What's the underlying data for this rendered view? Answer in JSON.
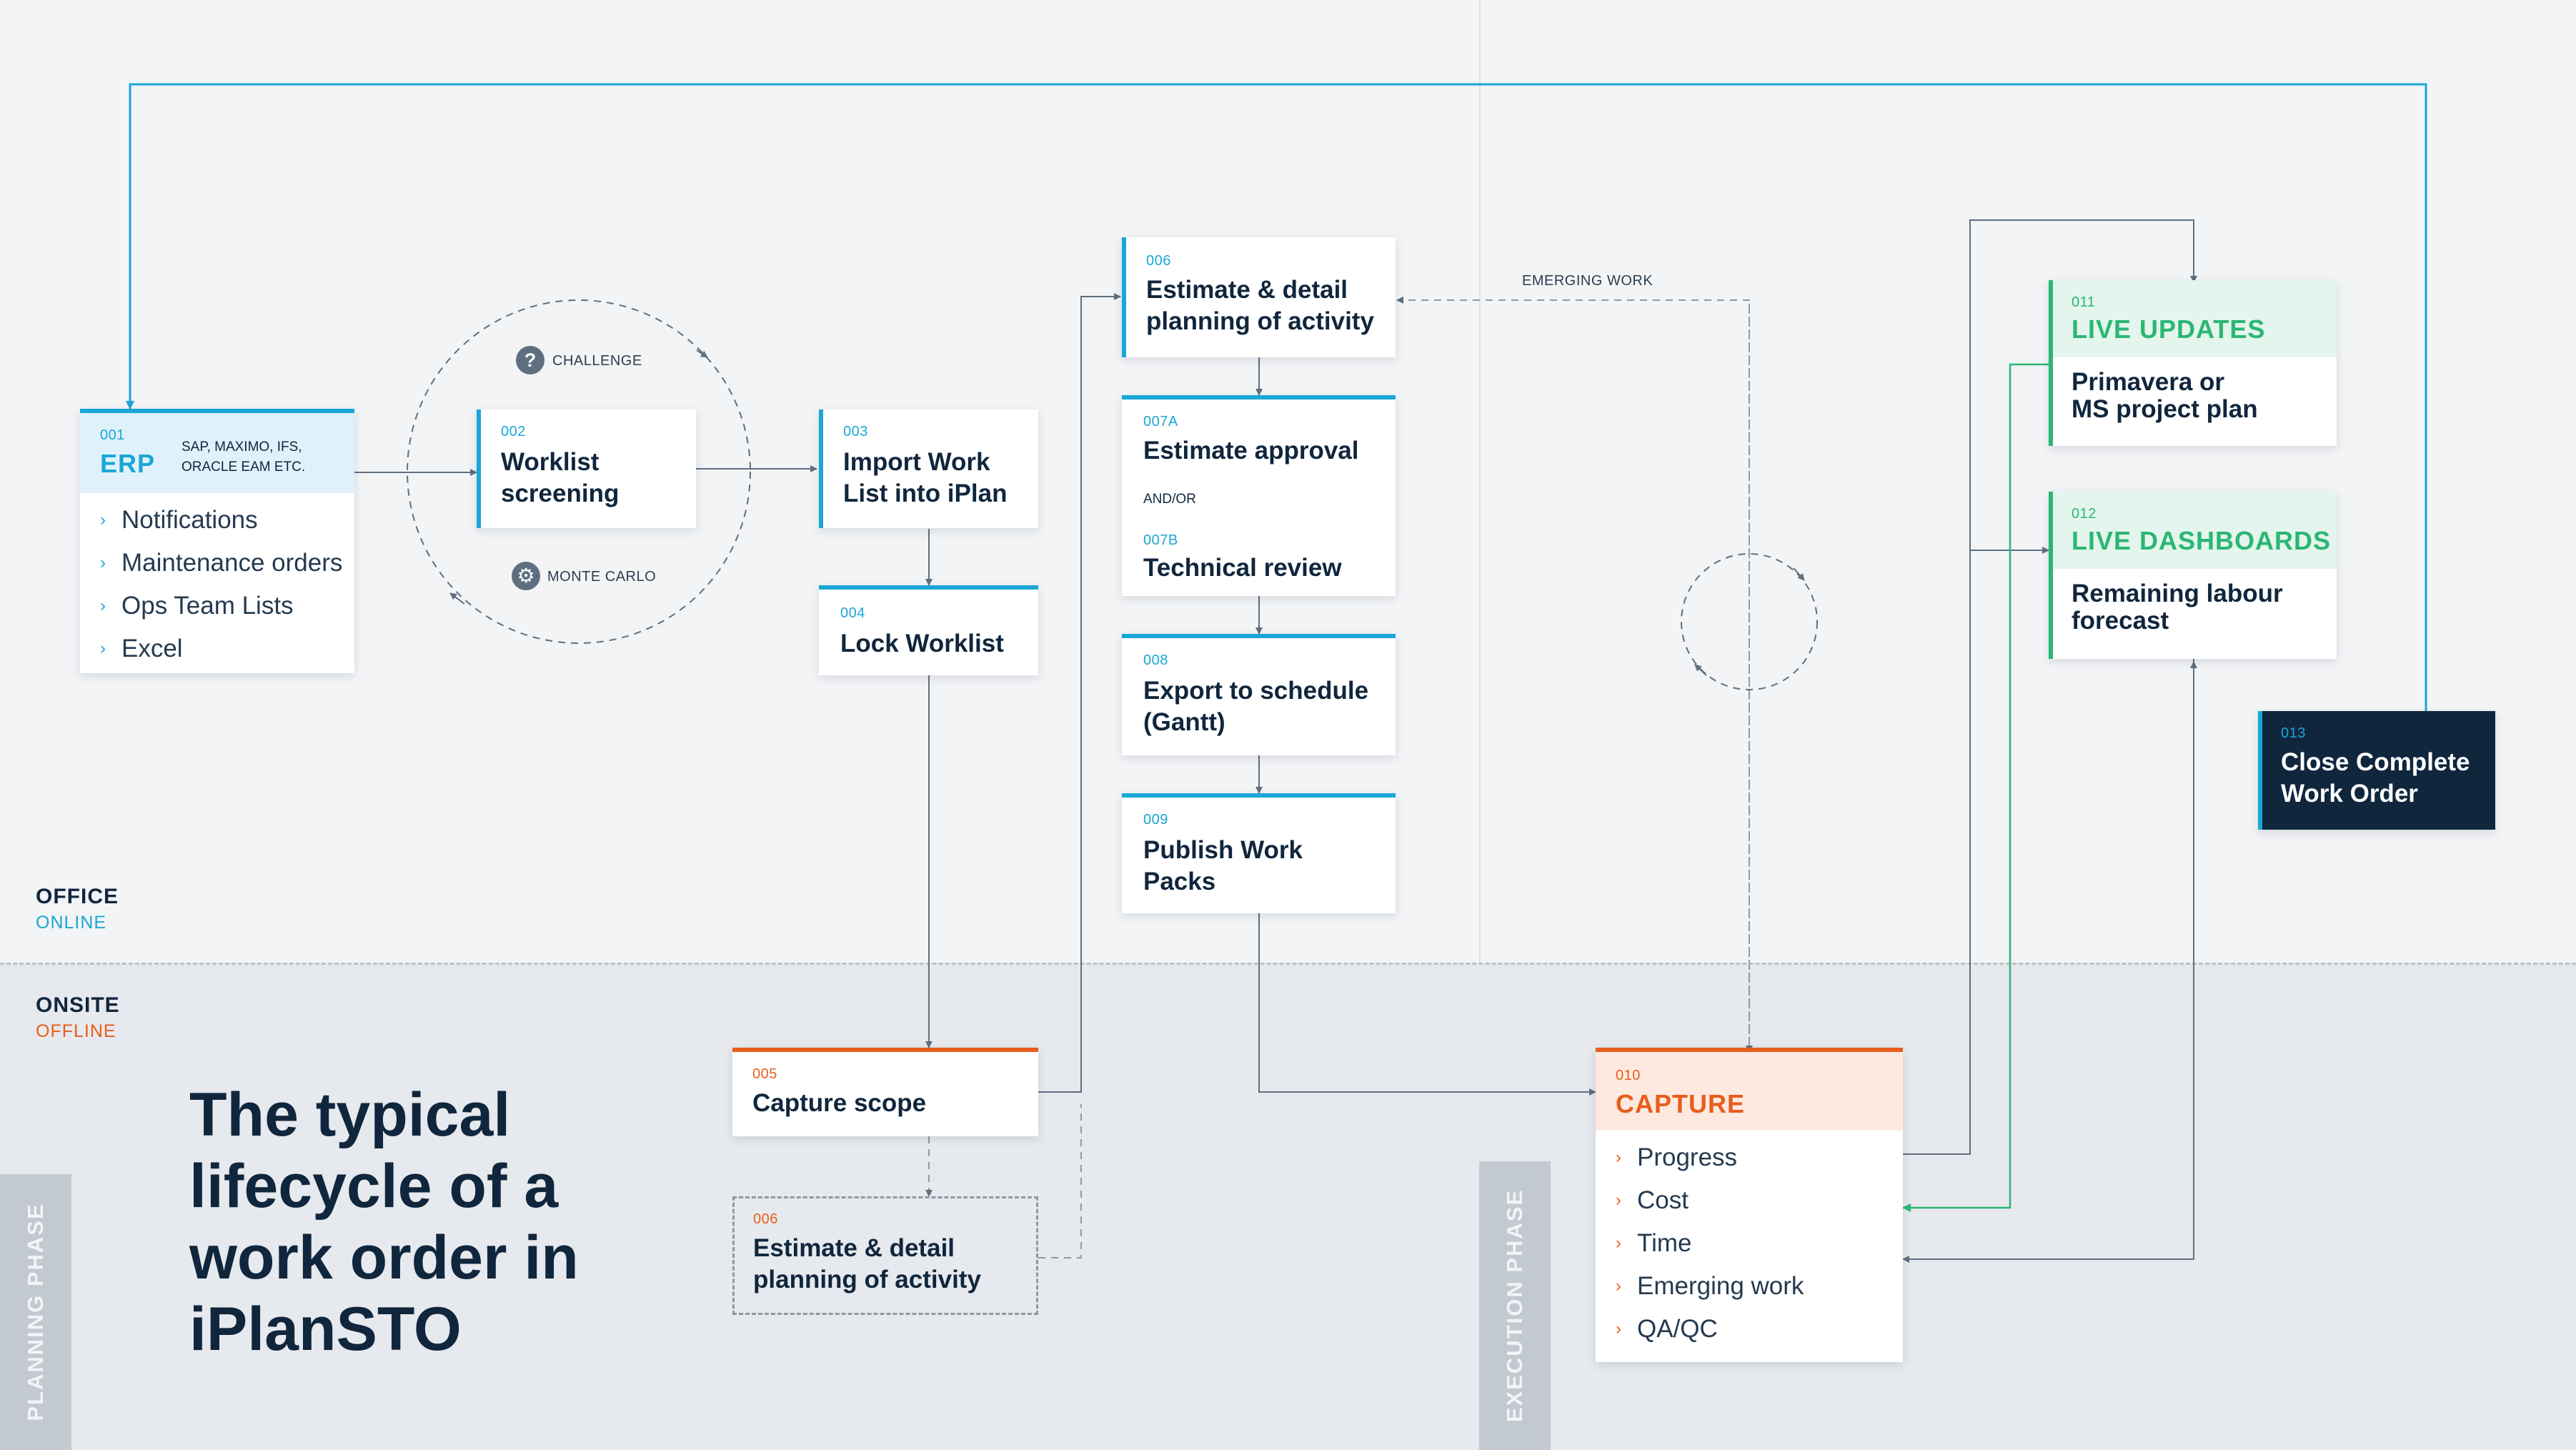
{
  "zones": {
    "office": {
      "title": "OFFICE",
      "subtitle": "ONLINE"
    },
    "onsite": {
      "title": "ONSITE",
      "subtitle": "OFFLINE"
    }
  },
  "headline": "The typical lifecycle of a work order in iPlanSTO",
  "phases": {
    "planning": "PLANNING PHASE",
    "execution": "EXECUTION PHASE"
  },
  "nodes": {
    "erp": {
      "num": "001",
      "title": "ERP",
      "systems_line1": "SAP, MAXIMO, IFS,",
      "systems_line2": "ORACLE EAM ETC.",
      "items": [
        "Notifications",
        "Maintenance orders",
        "Ops Team Lists",
        "Excel"
      ]
    },
    "screening": {
      "num": "002",
      "line1": "Worklist",
      "line2": "screening"
    },
    "import": {
      "num": "003",
      "line1": "Import Work",
      "line2": "List into iPlan"
    },
    "lock": {
      "num": "004",
      "line1": "Lock Worklist"
    },
    "capture_scope": {
      "num": "005",
      "line1": "Capture scope"
    },
    "estimate_onsite": {
      "num": "006",
      "line1": "Estimate & detail",
      "line2": "planning of activity"
    },
    "estimate": {
      "num": "006",
      "line1": "Estimate & detail",
      "line2": "planning of activity"
    },
    "approval": {
      "num_a": "007A",
      "title_a": "Estimate approval",
      "andor": "AND/OR",
      "num_b": "007B",
      "title_b": "Technical review"
    },
    "export": {
      "num": "008",
      "line1": "Export to schedule",
      "line2": "(Gantt)"
    },
    "publish": {
      "num": "009",
      "line1": "Publish Work",
      "line2": "Packs"
    },
    "capture": {
      "num": "010",
      "title": "CAPTURE",
      "items": [
        "Progress",
        "Cost",
        "Time",
        "Emerging work",
        "QA/QC"
      ]
    },
    "live_updates": {
      "num": "011",
      "title": "LIVE UPDATES",
      "line1": "Primavera or",
      "line2": "MS project plan"
    },
    "live_dashboards": {
      "num": "012",
      "title": "LIVE DASHBOARDS",
      "line1": "Remaining labour",
      "line2": "forecast"
    },
    "close": {
      "num": "013",
      "line1": "Close Complete",
      "line2": "Work Order"
    }
  },
  "cycle": {
    "challenge": "CHALLENGE",
    "monte_carlo": "MONTE CARLO"
  },
  "emerging_work": "EMERGING WORK",
  "icons": {
    "challenge": "question-icon",
    "monte_carlo": "gear-icon",
    "bullet": "chevron-right-icon"
  },
  "colors": {
    "blue": "#1aa6d6",
    "orange": "#e85d1b",
    "green": "#2bb673",
    "navy": "#10263d",
    "connector": "#5f6f7f"
  }
}
